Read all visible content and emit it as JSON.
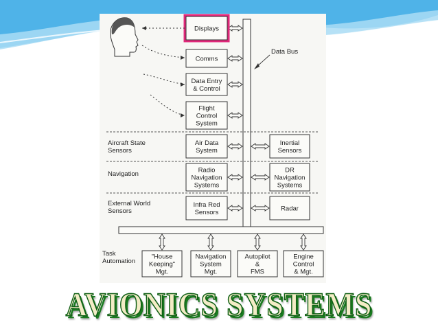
{
  "slide": {
    "title": "AVIONICS SYSTEMS",
    "highlight_color": "#e0287a",
    "accent_colors": [
      "#4fb3e8",
      "#a9dcf5"
    ]
  },
  "diagram": {
    "bus_label": "Data Bus",
    "pilot_boxes": [
      {
        "id": "displays",
        "lines": [
          "Displays"
        ]
      },
      {
        "id": "comms",
        "lines": [
          "Comms"
        ]
      },
      {
        "id": "data-entry",
        "lines": [
          "Data Entry",
          "& Control"
        ]
      },
      {
        "id": "flight-control",
        "lines": [
          "Flight",
          "Control",
          "System"
        ]
      }
    ],
    "rows": [
      {
        "id": "aircraft-state",
        "label": [
          "Aircraft State",
          "Sensors"
        ],
        "left": [
          "Air Data",
          "System"
        ],
        "right": [
          "Inertial",
          "Sensors"
        ]
      },
      {
        "id": "navigation",
        "label": [
          "Navigation"
        ],
        "left": [
          "Radio",
          "Navigation",
          "Systems"
        ],
        "right": [
          "DR",
          "Navigation",
          "Systems"
        ]
      },
      {
        "id": "external-world",
        "label": [
          "External World",
          "Sensors"
        ],
        "left": [
          "Infra Red",
          "Sensors"
        ],
        "right": [
          "Radar"
        ]
      }
    ],
    "task_label": [
      "Task",
      "Automation"
    ],
    "task_boxes": [
      {
        "id": "house-keeping",
        "lines": [
          "\"House",
          "Keeping\"",
          "Mgt."
        ]
      },
      {
        "id": "navigation-mgt",
        "lines": [
          "Navigation",
          "System",
          "Mgt."
        ]
      },
      {
        "id": "autopilot",
        "lines": [
          "Autopilot",
          "&",
          "FMS"
        ]
      },
      {
        "id": "engine-control",
        "lines": [
          "Engine",
          "Control",
          "& Mgt."
        ]
      }
    ]
  }
}
